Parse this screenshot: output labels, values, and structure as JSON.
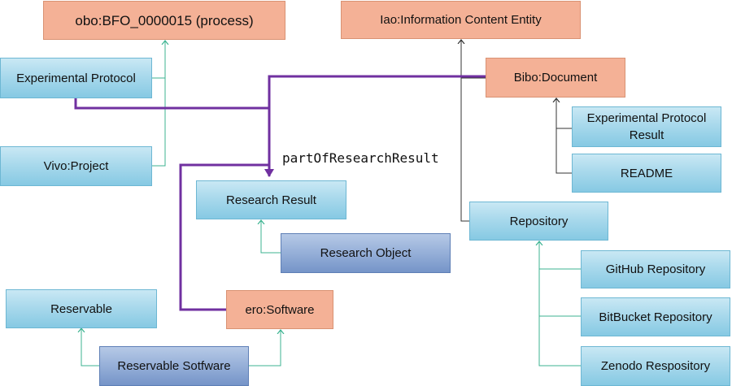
{
  "nodes": {
    "process": "obo:BFO_0000015 (process)",
    "information_content_entity": "Iao:Information Content Entity",
    "experimental_protocol": "Experimental Protocol",
    "bibo_document": "Bibo:Document",
    "experimental_protocol_result": "Experimental Protocol Result",
    "readme": "README",
    "vivo_project": "Vivo:Project",
    "research_result": "Research Result",
    "research_object": "Research Object",
    "repository": "Repository",
    "github_repository": "GitHub Repository",
    "bitbucket_repository": "BitBucket Repository",
    "zenodo_repository": "Zenodo Respository",
    "reservable": "Reservable",
    "ero_software": "ero:Software",
    "reservable_software": "Reservable Sotfware"
  },
  "relations": {
    "part_of_research_result": "partOfResearchResult"
  },
  "colors": {
    "ontology_class": "#f4b196",
    "local_class": "#a9d9ec",
    "research_object_class": "#95afd8",
    "subclass_arrow": "#3cb391",
    "document_arrow": "#333333",
    "relation_line": "#7030a0"
  }
}
